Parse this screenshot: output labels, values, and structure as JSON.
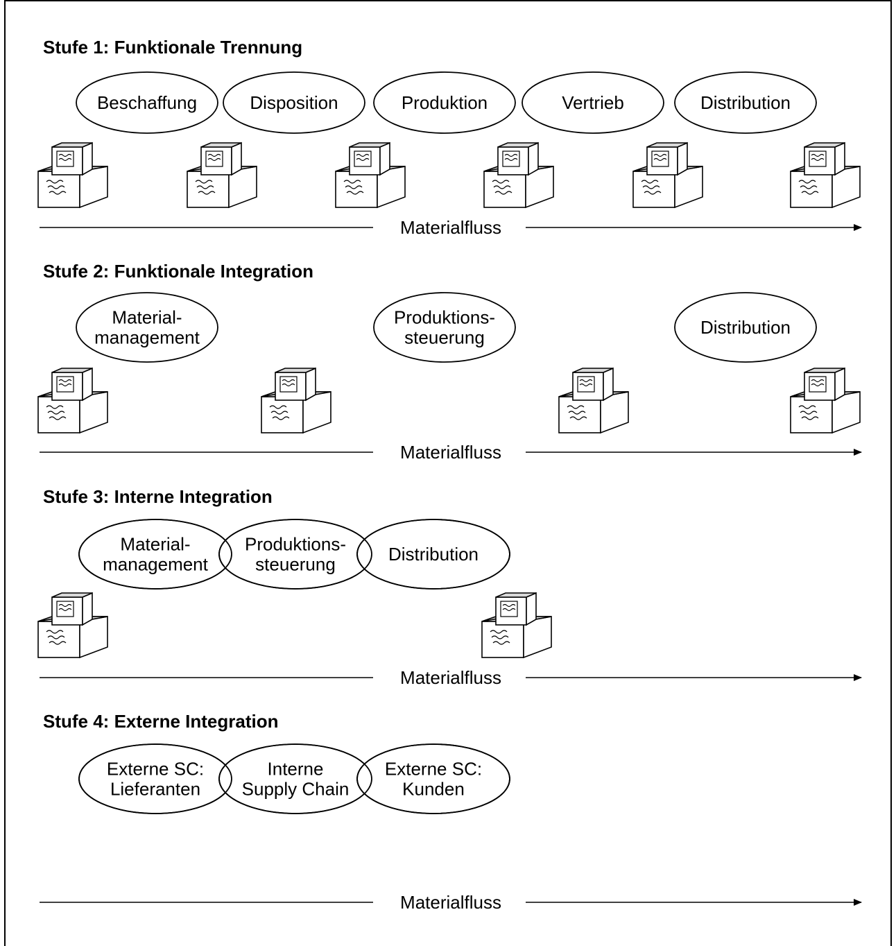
{
  "stages": [
    {
      "title": "Stufe 1: Funktionale Trennung",
      "functions": [
        [
          "Beschaffung"
        ],
        [
          "Disposition"
        ],
        [
          "Produktion"
        ],
        [
          "Vertrieb"
        ],
        [
          "Distribution"
        ]
      ],
      "inventory_count": 6,
      "flow_label": "Materialfluss"
    },
    {
      "title": "Stufe 2: Funktionale Integration",
      "functions": [
        [
          "Material-",
          "management"
        ],
        [
          "Produktions-",
          "steuerung"
        ],
        [
          "Distribution"
        ]
      ],
      "inventory_count": 4,
      "flow_label": "Materialfluss"
    },
    {
      "title": "Stufe 3: Interne Integration",
      "functions": [
        [
          "Material-",
          "management"
        ],
        [
          "Produktions-",
          "steuerung"
        ],
        [
          "Distribution"
        ]
      ],
      "inventory_count": 2,
      "flow_label": "Materialfluss"
    },
    {
      "title": "Stufe 4: Externe Integration",
      "functions": [
        [
          "Externe SC:",
          "Lieferanten"
        ],
        [
          "Interne",
          "Supply Chain"
        ],
        [
          "Externe SC:",
          "Kunden"
        ]
      ],
      "inventory_count": 0,
      "flow_label": "Materialfluss"
    }
  ],
  "icons": {
    "inventory": "stacked-boxes-icon",
    "flow": "arrow-right-icon"
  },
  "colors": {
    "line": "#000000",
    "box_top": "#d9d9d9",
    "background": "#ffffff"
  }
}
